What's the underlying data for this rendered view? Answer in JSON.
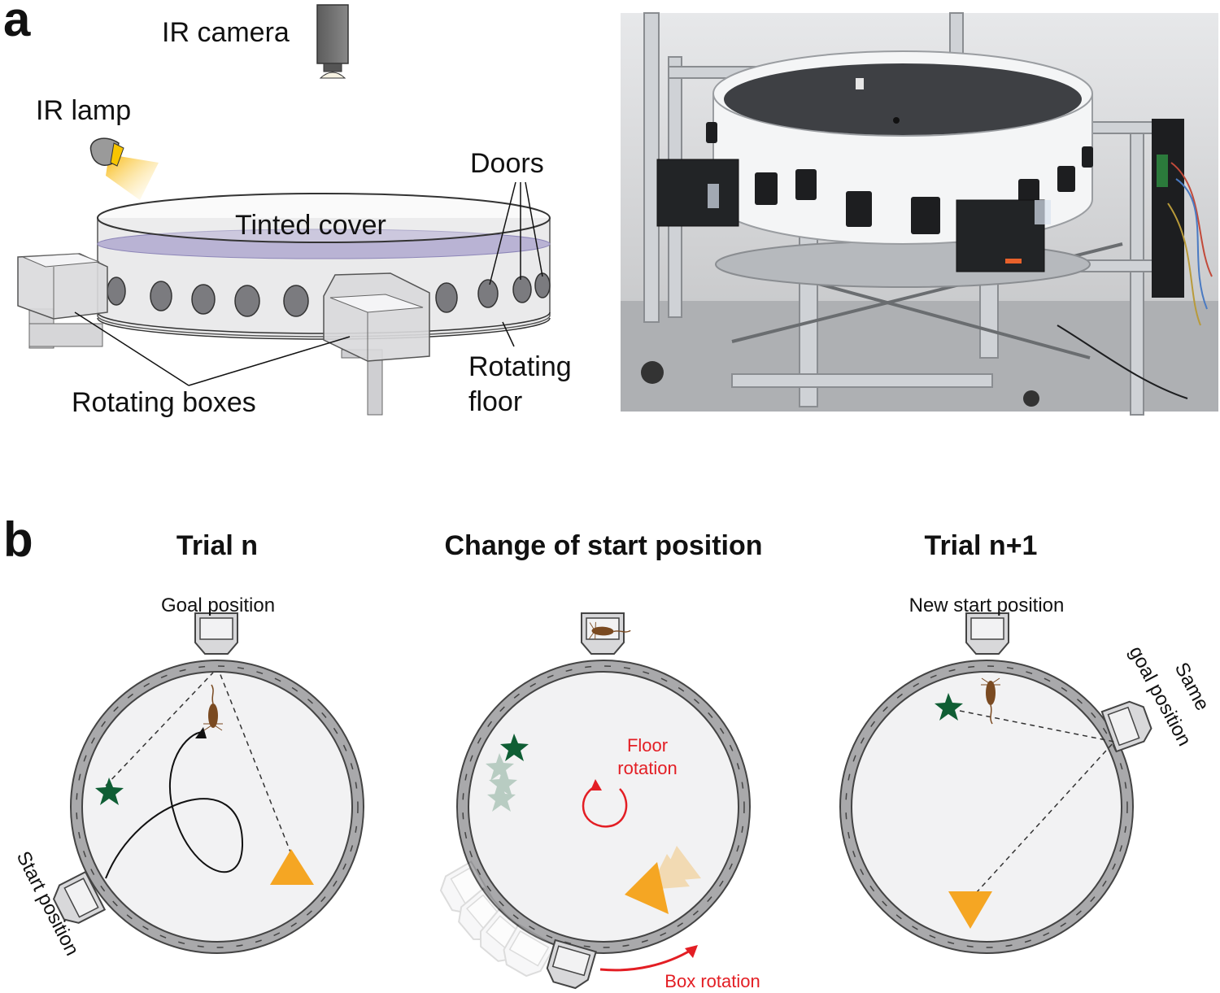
{
  "panel_a": {
    "letter": "a",
    "labels": {
      "ir_camera": "IR camera",
      "ir_lamp": "IR lamp",
      "doors": "Doors",
      "tinted_cover": "Tinted cover",
      "rotating_floor_1": "Rotating",
      "rotating_floor_2": "floor",
      "rotating_boxes": "Rotating boxes"
    }
  },
  "panel_b": {
    "letter": "b",
    "trial_n": {
      "title": "Trial n",
      "goal_position": "Goal position",
      "start_position": "Start position"
    },
    "change": {
      "title": "Change of start position",
      "floor_rotation_1": "Floor",
      "floor_rotation_2": "rotation",
      "box_rotation": "Box rotation"
    },
    "trial_n1": {
      "title": "Trial n+1",
      "new_start_position": "New start position",
      "same_goal_1": "Same",
      "same_goal_2": "goal position"
    }
  },
  "colors": {
    "star": "#0f5e34",
    "triangle": "#f5a623",
    "red": "#e31e24",
    "mouse": "#7a4a21",
    "arena_fill": "#f2f2f3",
    "ring": "#a9a9ab",
    "cover": "#b9b3d4"
  }
}
